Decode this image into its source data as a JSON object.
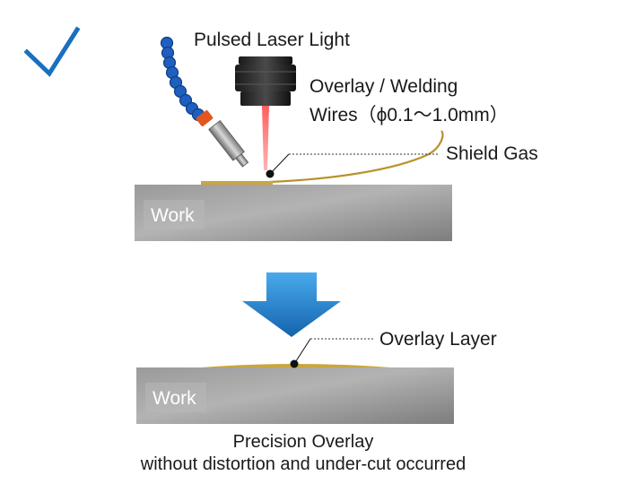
{
  "labels": {
    "pulsed_laser": "Pulsed Laser Light",
    "overlay_wires_line1": "Overlay / Welding",
    "overlay_wires_line2": "Wires（ϕ0.1〜1.0mm）",
    "shield_gas": "Shield Gas",
    "overlay_layer": "Overlay Layer",
    "work_top": "Work",
    "work_bottom": "Work"
  },
  "caption": {
    "line1": "Precision Overlay",
    "line2": "without distortion and under-cut occurred"
  },
  "icons": {
    "check": "checkmark-icon",
    "arrow": "down-arrow-icon"
  },
  "colors": {
    "check": "#1a6fc0",
    "arrow_top": "#3fa0e6",
    "arrow_bottom": "#1560a8",
    "hose_blue": "#1f5fbf",
    "nozzle_orange": "#e2561e",
    "laser_red": "#e81e1e",
    "wire_gold": "#b8932c",
    "work_grey": "#8f8f8f"
  }
}
